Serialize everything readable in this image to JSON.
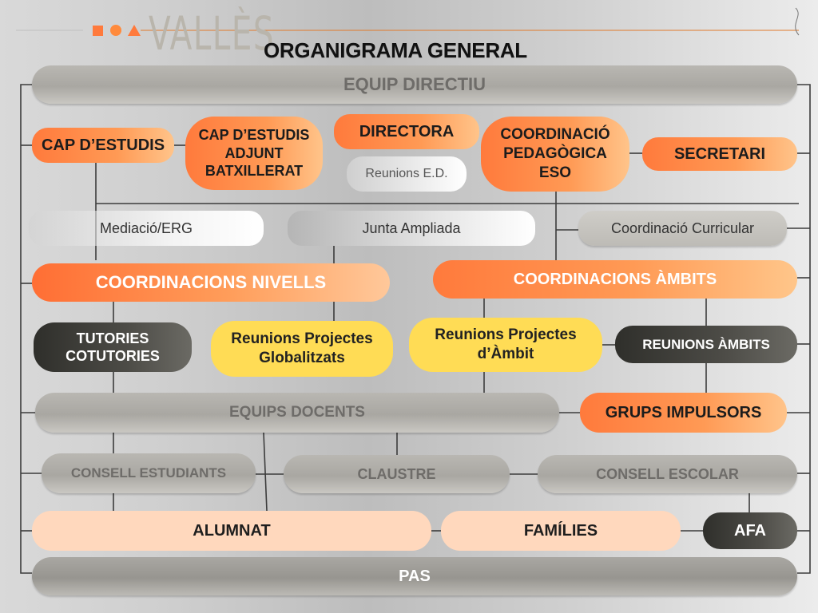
{
  "header": {
    "logo_text": "VALLÈS",
    "title": "ORGANIGRAMA GENERAL"
  },
  "colors": {
    "orange": "#ff7a3c",
    "yellow": "#ffdc55",
    "peach": "#ffd8bd",
    "dark": "#3a3935",
    "gray": "#b0aea9"
  },
  "nodes": {
    "equip_directiu": "EQUIP DIRECTIU",
    "cap_estudis": "CAP D’ESTUDIS",
    "cap_estudis_adjunt": "CAP D’ESTUDIS\nADJUNT\nBATXILLERAT",
    "directora": "DIRECTORA",
    "reunions_ed": "Reunions E.D.",
    "coord_pedagogica": "COORDINACIÓ\nPEDAGÒGICA\nESO",
    "secretari": "SECRETARI",
    "mediacio": "Mediació/ERG",
    "junta": "Junta Ampliada",
    "coord_curricular": "Coordinació Curricular",
    "coord_nivells": "COORDINACIONS NIVELLS",
    "coord_ambits": "COORDINACIONS ÀMBITS",
    "tutories": "TUTORIES\nCOTUTORIES",
    "reunions_globalitzats": "Reunions Projectes\nGlobalitzats",
    "reunions_ambit": "Reunions Projectes\nd’Àmbit",
    "reunions_ambits": "REUNIONS ÀMBITS",
    "equips_docents": "EQUIPS DOCENTS",
    "grups_impulsors": "GRUPS IMPULSORS",
    "consell_estudiants": "CONSELL ESTUDIANTS",
    "claustre": "CLAUSTRE",
    "consell_escolar": "CONSELL ESCOLAR",
    "alumnat": "ALUMNAT",
    "families": "FAMÍLIES",
    "afa": "AFA",
    "pas": "PAS"
  }
}
